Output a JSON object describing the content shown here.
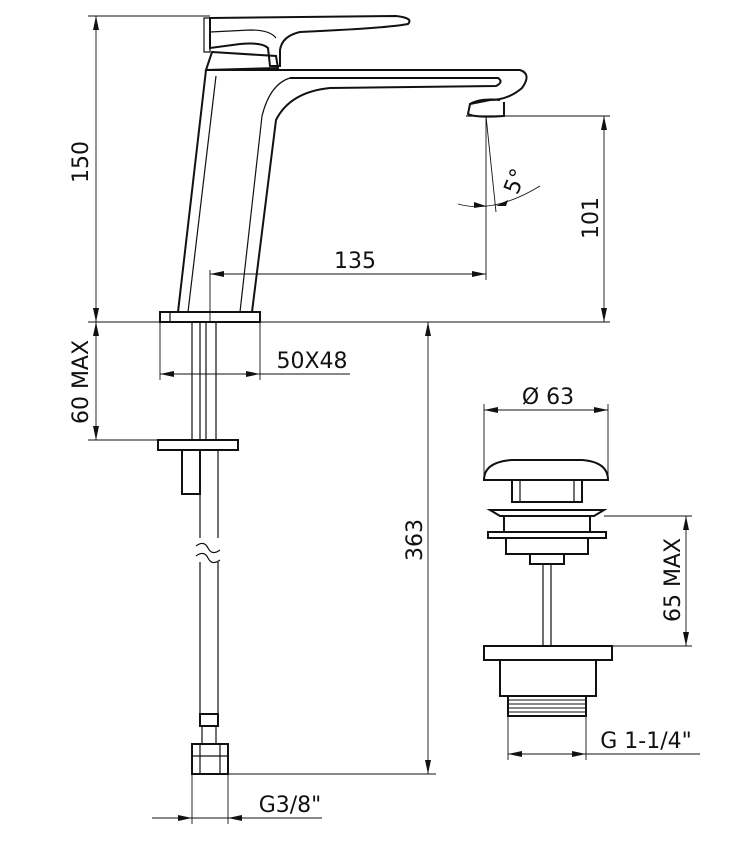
{
  "dimensions": {
    "tap_height": "150",
    "spout_height": "101",
    "spout_reach": "135",
    "spout_angle": "5°",
    "base_size": "50X48",
    "deck_max": "60 MAX",
    "hose_length": "363",
    "hose_thread": "G3/8\"",
    "waste_diameter": "Ø 63",
    "waste_max": "65 MAX",
    "waste_thread": "G 1-1/4\""
  }
}
